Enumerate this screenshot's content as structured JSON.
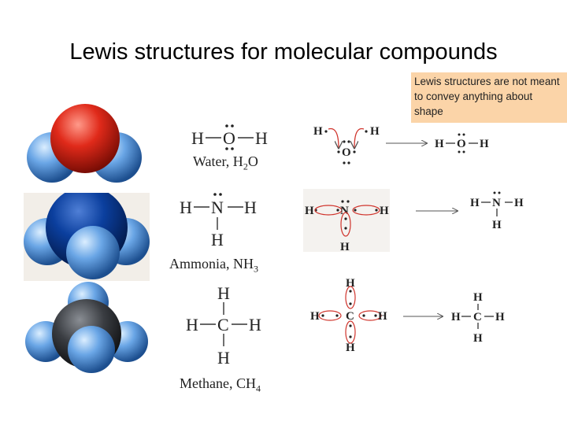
{
  "slide": {
    "title": "Lewis structures for molecular compounds",
    "note": "Lewis structures are not meant to convey anything about shape"
  },
  "molecules": [
    {
      "id": "water",
      "caption_name": "Water, H",
      "caption_sub": "2",
      "caption_tail": "O",
      "central_atom": "O",
      "outer_atom": "H",
      "colors": {
        "central": "#e02a1a",
        "outer": "#6aa6e6"
      }
    },
    {
      "id": "ammonia",
      "caption_name": "Ammonia, NH",
      "caption_sub": "3",
      "caption_tail": "",
      "central_atom": "N",
      "outer_atom": "H",
      "colors": {
        "central": "#0b3f9e",
        "outer": "#6aa6e6"
      }
    },
    {
      "id": "methane",
      "caption_name": "Methane, CH",
      "caption_sub": "4",
      "caption_tail": "",
      "central_atom": "C",
      "outer_atom": "H",
      "colors": {
        "central": "#3a3d42",
        "outer": "#6aa6e6"
      }
    }
  ],
  "colors": {
    "circle_outline": "#d0342c",
    "arrow": "#555555"
  }
}
